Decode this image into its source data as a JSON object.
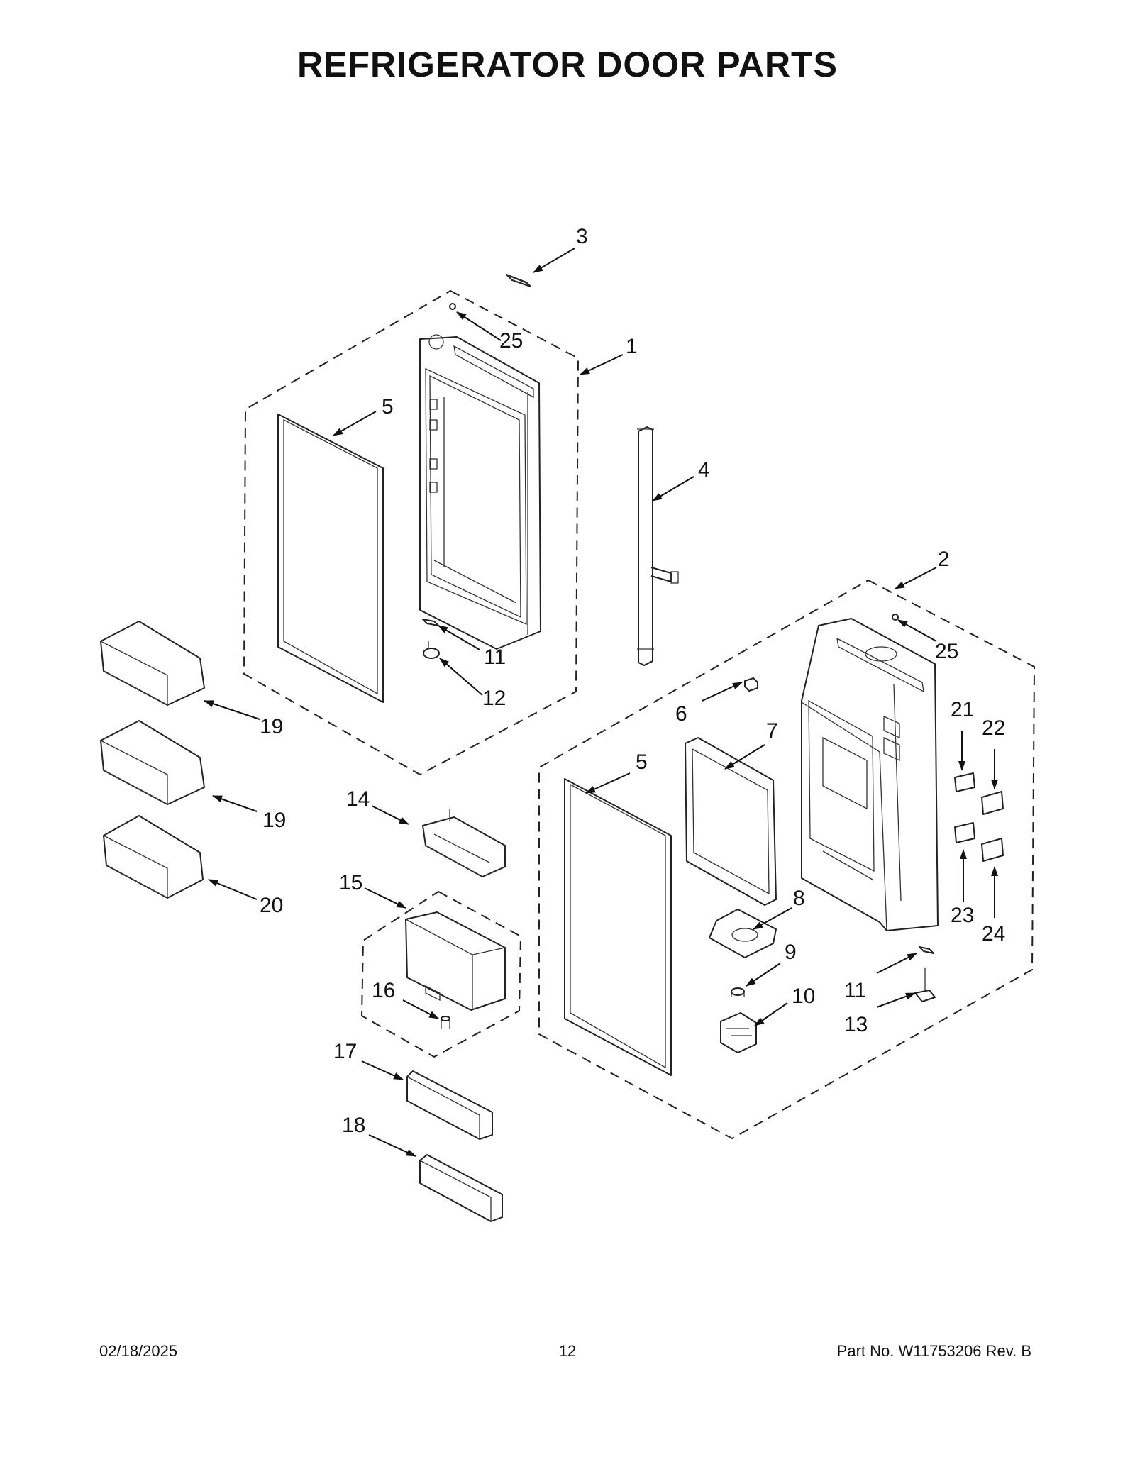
{
  "title": "REFRIGERATOR DOOR PARTS",
  "footer": {
    "date": "02/18/2025",
    "page": "12",
    "part_number": "Part No.  W11753206  Rev.  B"
  },
  "callouts": [
    {
      "id": "c3",
      "label": "3"
    },
    {
      "id": "c25a",
      "label": "25"
    },
    {
      "id": "c1",
      "label": "1"
    },
    {
      "id": "c5a",
      "label": "5"
    },
    {
      "id": "c4",
      "label": "4"
    },
    {
      "id": "c2",
      "label": "2"
    },
    {
      "id": "c25b",
      "label": "25"
    },
    {
      "id": "c11a",
      "label": "11"
    },
    {
      "id": "c12",
      "label": "12"
    },
    {
      "id": "c19a",
      "label": "19"
    },
    {
      "id": "c21",
      "label": "21"
    },
    {
      "id": "c22",
      "label": "22"
    },
    {
      "id": "c6",
      "label": "6"
    },
    {
      "id": "c7",
      "label": "7"
    },
    {
      "id": "c5b",
      "label": "5"
    },
    {
      "id": "c14",
      "label": "14"
    },
    {
      "id": "c19b",
      "label": "19"
    },
    {
      "id": "c20",
      "label": "20"
    },
    {
      "id": "c15",
      "label": "15"
    },
    {
      "id": "c8",
      "label": "8"
    },
    {
      "id": "c23",
      "label": "23"
    },
    {
      "id": "c24",
      "label": "24"
    },
    {
      "id": "c9",
      "label": "9"
    },
    {
      "id": "c16",
      "label": "16"
    },
    {
      "id": "c11b",
      "label": "11"
    },
    {
      "id": "c10",
      "label": "10"
    },
    {
      "id": "c13",
      "label": "13"
    },
    {
      "id": "c17",
      "label": "17"
    },
    {
      "id": "c18",
      "label": "18"
    }
  ]
}
